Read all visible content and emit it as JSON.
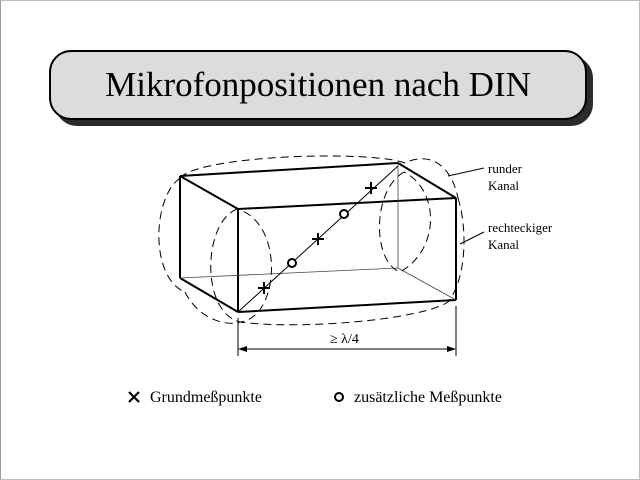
{
  "title": "Mikrofonpositionen nach DIN",
  "labels": {
    "round_channel": [
      "runder",
      "Kanal"
    ],
    "rect_channel": [
      "rechteckiger",
      "Kanal"
    ],
    "dimension": "≥ λ/4"
  },
  "legend": {
    "base_points": "Grundmeßpunkte",
    "extra_points": "zusätzliche Meßpunkte"
  }
}
